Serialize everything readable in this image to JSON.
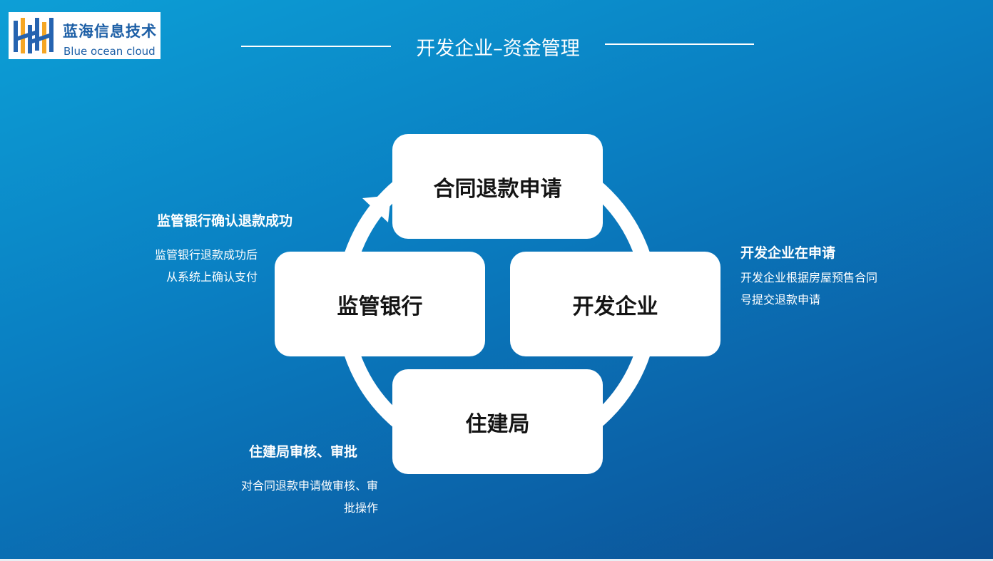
{
  "logo": {
    "icon": "hh-logo-icon",
    "name_cn": "蓝海信息技术",
    "name_en": "Blue ocean cloud"
  },
  "header": {
    "title": "开发企业–资金管理"
  },
  "cycle": {
    "nodes": [
      {
        "id": "top",
        "label": "合同退款申请"
      },
      {
        "id": "right",
        "label": "开发企业"
      },
      {
        "id": "bottom",
        "label": "住建局"
      },
      {
        "id": "left",
        "label": "监管银行"
      }
    ],
    "arrow_icon": "clockwise-cycle-arrow-icon"
  },
  "descriptions": {
    "bank": {
      "heading": "监管银行确认退款成功",
      "lines": [
        "监管银行退款成功后",
        "从系统上确认支付"
      ]
    },
    "developer": {
      "heading": "开发企业在申请",
      "lines": [
        "开发企业根据房屋预售合同",
        "号提交退款申请"
      ]
    },
    "housing": {
      "heading": "住建局审核、审批",
      "lines": [
        "对合同退款申请做审核、审",
        "批操作"
      ]
    }
  },
  "colors": {
    "background_start": "#0d9fd6",
    "background_end": "#0c4f92",
    "logo_text": "#1d5fa6",
    "logo_orange": "#f5a623",
    "box_fill": "#ffffff"
  }
}
